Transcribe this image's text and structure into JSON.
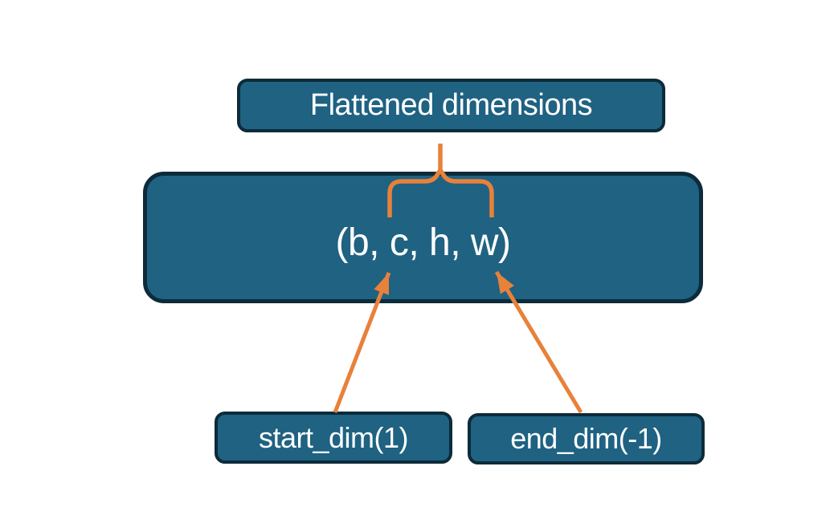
{
  "diagram": {
    "flattened_box": {
      "label": "Flattened dimensions"
    },
    "tensor_box": {
      "label": "(b, c, h, w)"
    },
    "start_dim_box": {
      "label": "start_dim(1)"
    },
    "end_dim_box": {
      "label": "end_dim(-1)"
    },
    "colors": {
      "box_fill": "#1f6282",
      "box_border": "#0d2b3a",
      "arrow_orange": "#e8813a",
      "text": "#ffffff",
      "background": "#ffffff"
    }
  }
}
